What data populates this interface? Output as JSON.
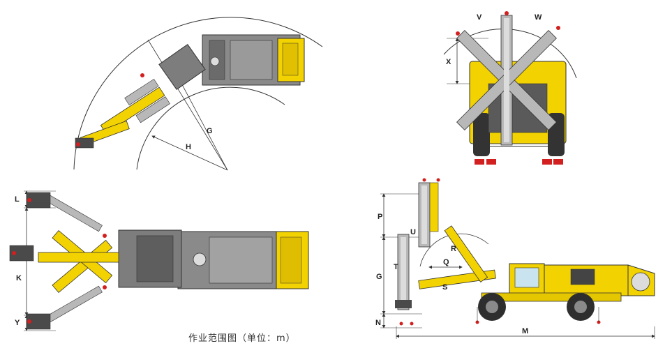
{
  "caption": "作业范围图（单位：m）",
  "dimensions": {
    "top_view": [
      "G",
      "H"
    ],
    "front_view": [
      "V",
      "W",
      "X"
    ],
    "plan_view": [
      "L",
      "K",
      "Y"
    ],
    "side_view": [
      "P",
      "U",
      "R",
      "G",
      "T",
      "Q",
      "S",
      "N",
      "M"
    ]
  },
  "colors": {
    "machine_yellow": "#f2d200",
    "machine_gray": "#7d7d7d",
    "dark_gray": "#4a4a4a",
    "light_gray": "#b8b8b8",
    "warning_red": "#d21f1f"
  }
}
